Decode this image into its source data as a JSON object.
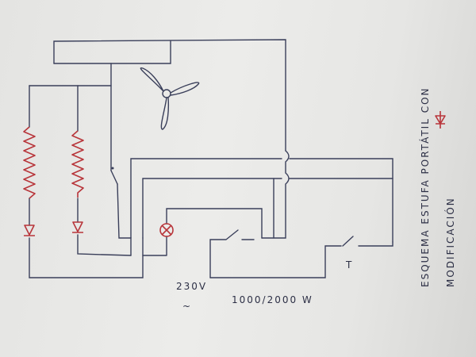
{
  "title": {
    "line1": "ESQUEMA ESTUFA PORTÁTIL CON",
    "line2": "MODIFICACIÓN"
  },
  "labels": {
    "voltage": "230V",
    "ac_symbol": "~",
    "power": "1000/2000 W",
    "thermostat": "T"
  },
  "colors": {
    "wire": "#3a3f5a",
    "component": "#b8353a",
    "paper": "#e8e8e6"
  }
}
